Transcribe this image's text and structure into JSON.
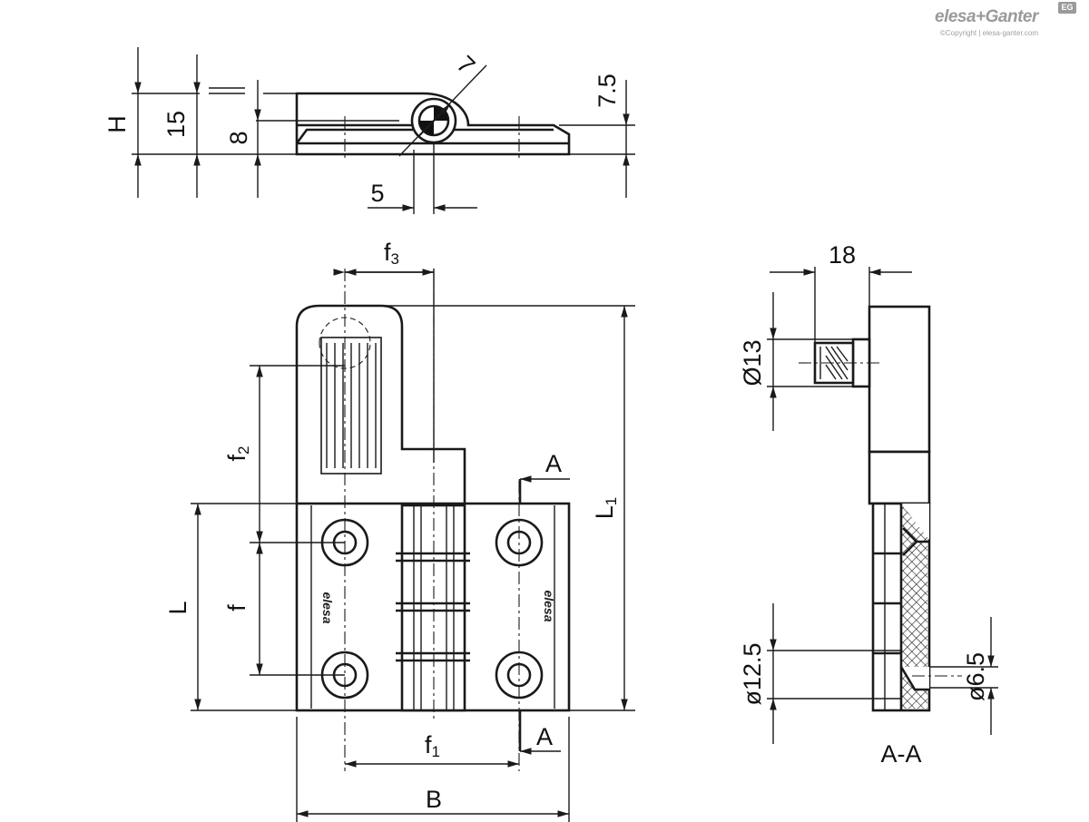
{
  "brand": {
    "logo_text": "elesa+Ganter",
    "badge": "EG",
    "copyright": "©Copyright | elesa-ganter.com",
    "color": "#9a9a9a"
  },
  "dimensions": {
    "top_view": {
      "H": "H",
      "d15": "15",
      "d8": "8",
      "d7": "7",
      "d7_5": "7.5",
      "d5": "5"
    },
    "front_view": {
      "f3_main": "f",
      "f3_sub": "3",
      "f2_main": "f",
      "f2_sub": "2",
      "L": "L",
      "f": "f",
      "L1_main": "L",
      "L1_sub": "1",
      "f1_main": "f",
      "f1_sub": "1",
      "B": "B",
      "section_marker_top": "A",
      "section_marker_bottom": "A",
      "logo_mark": "elesa"
    },
    "side_view": {
      "d18": "18",
      "d13": "Ø13",
      "d12_5": "ø12.5",
      "d6_5": "ø6.5",
      "section_label": "A-A"
    }
  }
}
